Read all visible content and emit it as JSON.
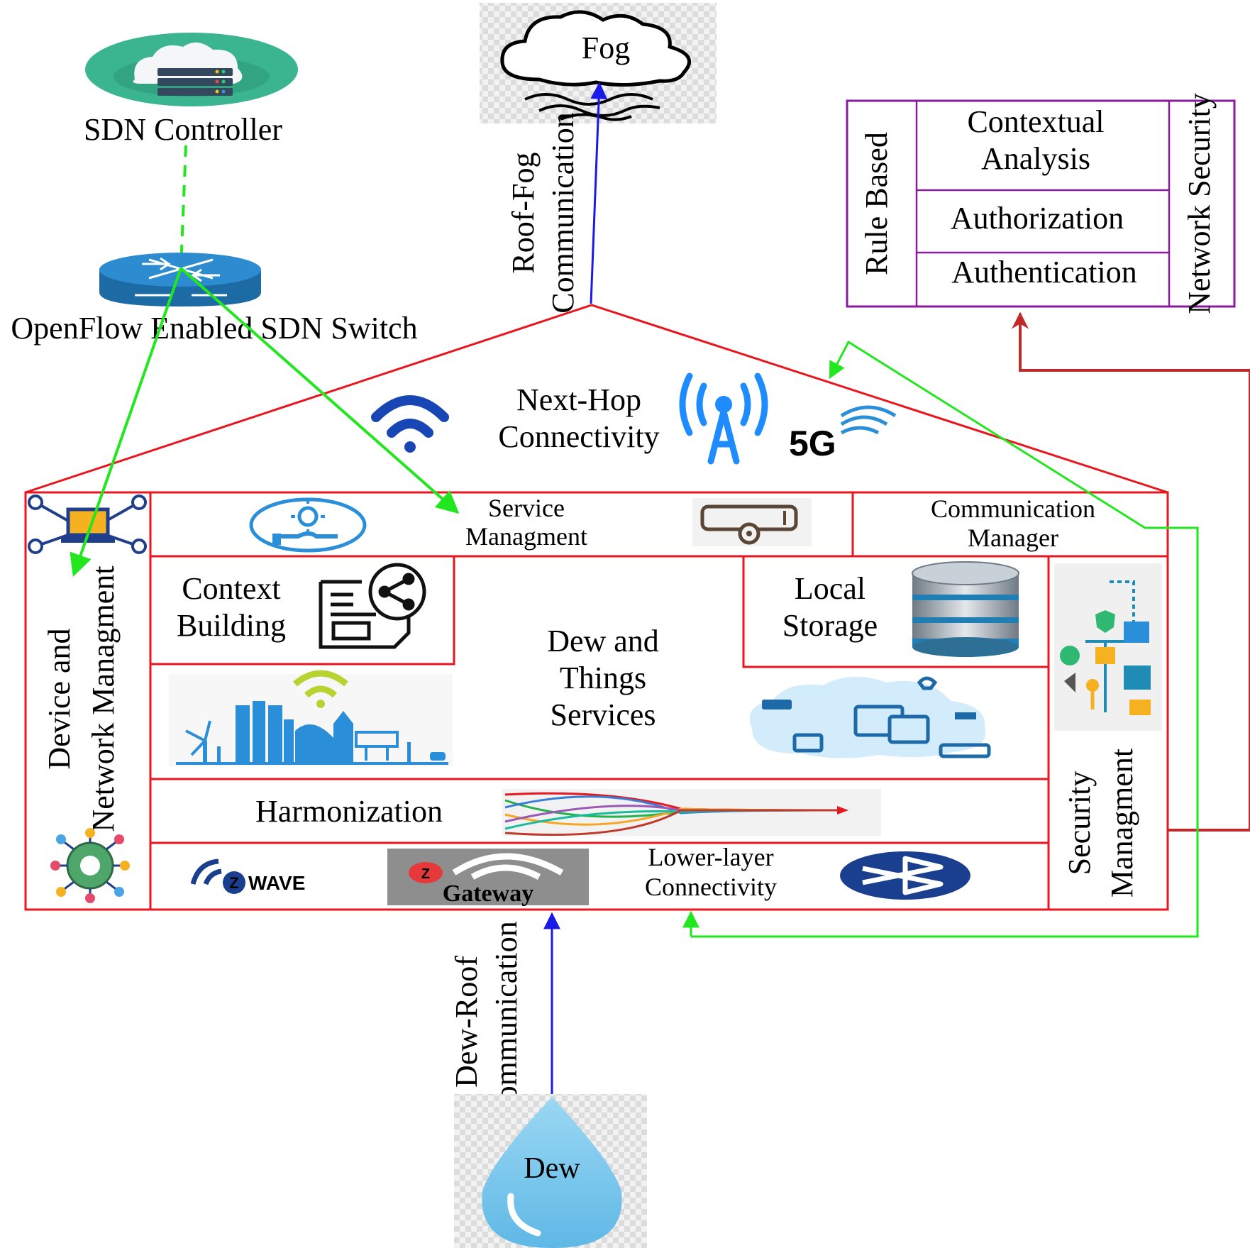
{
  "colors": {
    "house": "#e8161e",
    "green_link": "#22e61e",
    "blue_link": "#1a1ae6",
    "security_link": "#c0282a",
    "security_box": "#8a1b9e",
    "wifi_blue": "#1846b4",
    "tower_blue": "#1e8cff",
    "icon_blue": "#2a8fd8",
    "dew_blue": "#7ecbee"
  },
  "sdn": {
    "controller_label": "SDN Controller",
    "controller_icon": "cloud-server-icon",
    "switch_label": "OpenFlow Enabled SDN Switch",
    "switch_icon": "router-icon"
  },
  "fog": {
    "label": "Fog",
    "icon": "cloud-icon",
    "link_label": [
      "Roof-Fog",
      "Communication"
    ]
  },
  "security_box": {
    "left_label": "Rule Based",
    "right_label": "Network Security",
    "rows": [
      [
        "Contextual",
        "Analysis"
      ],
      [
        "Authorization"
      ],
      [
        "Authentication"
      ]
    ]
  },
  "roof": {
    "label": [
      "Next-Hop",
      "Connectivity"
    ],
    "icons": [
      "wifi-icon",
      "cell-tower-icon",
      "5g-icon"
    ]
  },
  "house": {
    "device_mgmt": [
      "Device and",
      "Network Managment"
    ],
    "service_mgmt": [
      "Service",
      "Managment"
    ],
    "comm_manager": [
      "Communication",
      "Manager"
    ],
    "context_building": [
      "Context",
      "Building"
    ],
    "dew_things": [
      "Dew and",
      "Things",
      "Services"
    ],
    "local_storage": [
      "Local",
      "Storage"
    ],
    "harmonization": "Harmonization",
    "lower_layer": [
      "Lower-layer",
      "Connectivity"
    ],
    "security_mgmt": [
      "Security",
      "Managment"
    ],
    "zwave": "WAVE",
    "gateway": "Gateway"
  },
  "dew": {
    "label": "Dew",
    "icon": "water-drop-icon",
    "link_label": [
      "Dew-Roof",
      "Communication"
    ]
  }
}
